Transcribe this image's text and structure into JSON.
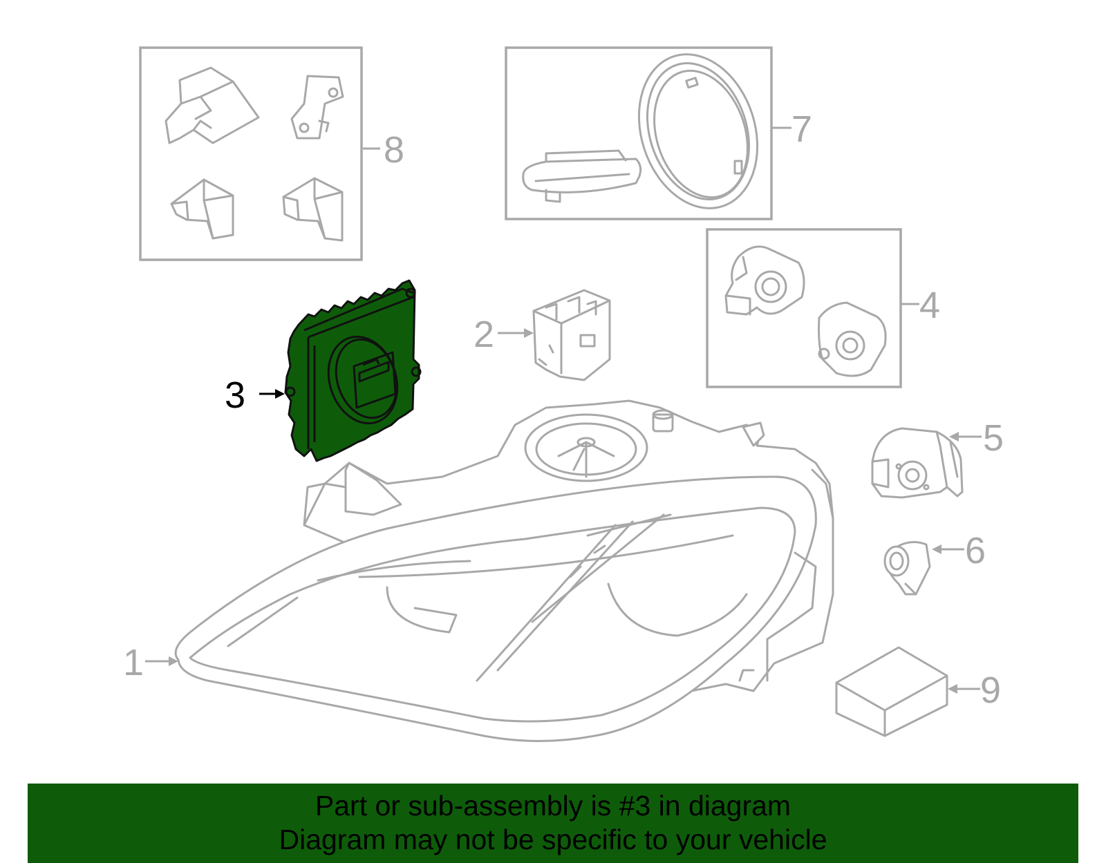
{
  "colors": {
    "line": "#a8a8a8",
    "highlight": "#0e5c0a",
    "banner": "#0e5c0a",
    "text": "#000000"
  },
  "callouts": {
    "c1": "1",
    "c2": "2",
    "c3": "3",
    "c4": "4",
    "c5": "5",
    "c6": "6",
    "c7": "7",
    "c8": "8",
    "c9": "9"
  },
  "highlighted_part": "3",
  "banner": {
    "line1": "Part or sub-assembly is #3 in diagram",
    "line2": "Diagram may not be specific to your vehicle"
  }
}
